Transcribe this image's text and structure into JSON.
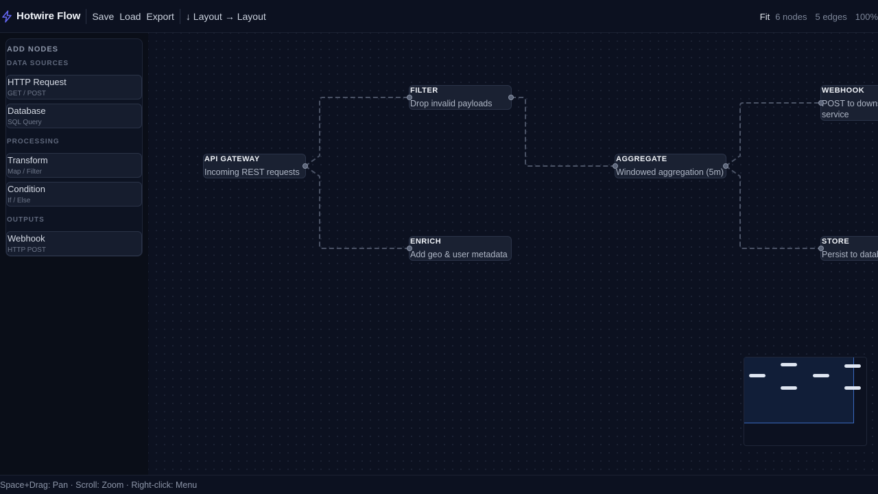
{
  "app": {
    "title": "Hotwire Flow",
    "icon": "lightning-bolt-icon",
    "accent": "#6366f1"
  },
  "toolbar": {
    "save_label": "Save",
    "load_label": "Load",
    "export_label": "Export",
    "layout_vertical_label": "↓ Layout",
    "layout_horizontal_label": "→ Layout",
    "fit_label": "Fit",
    "node_count": "6 nodes",
    "edge_count": "5 edges",
    "zoom": "100%"
  },
  "palette": {
    "title": "ADD NODES",
    "sections": [
      {
        "label": "DATA SOURCES",
        "items": [
          {
            "title": "HTTP Request",
            "subtitle": "GET / POST"
          },
          {
            "title": "Database",
            "subtitle": "SQL Query"
          }
        ]
      },
      {
        "label": "PROCESSING",
        "items": [
          {
            "title": "Transform",
            "subtitle": "Map / Filter"
          },
          {
            "title": "Condition",
            "subtitle": "If / Else"
          }
        ]
      },
      {
        "label": "OUTPUTS",
        "items": [
          {
            "title": "Webhook",
            "subtitle": "HTTP POST"
          }
        ]
      }
    ]
  },
  "nodes": [
    {
      "id": "api",
      "title": "API GATEWAY",
      "description": "Incoming REST requests"
    },
    {
      "id": "filter",
      "title": "FILTER",
      "description": "Drop invalid payloads"
    },
    {
      "id": "enrich",
      "title": "ENRICH",
      "description": "Add geo & user metadata"
    },
    {
      "id": "aggregate",
      "title": "AGGREGATE",
      "description": "Windowed aggregation (5m)"
    },
    {
      "id": "webhook",
      "title": "WEBHOOK",
      "description": "POST to downstream service"
    },
    {
      "id": "store",
      "title": "STORE",
      "description": "Persist to database"
    }
  ],
  "edges": [
    {
      "from": "api",
      "to": "filter"
    },
    {
      "from": "api",
      "to": "enrich"
    },
    {
      "from": "filter",
      "to": "aggregate"
    },
    {
      "from": "aggregate",
      "to": "webhook"
    },
    {
      "from": "aggregate",
      "to": "store"
    }
  ],
  "statusbar": {
    "hint": "Space+Drag: Pan · Scroll: Zoom · Right-click: Menu"
  },
  "colors": {
    "background": "#0c1120",
    "node": "#1a2132",
    "edge": "#4b5366",
    "minimap_viewport": "#3a6ac0"
  }
}
